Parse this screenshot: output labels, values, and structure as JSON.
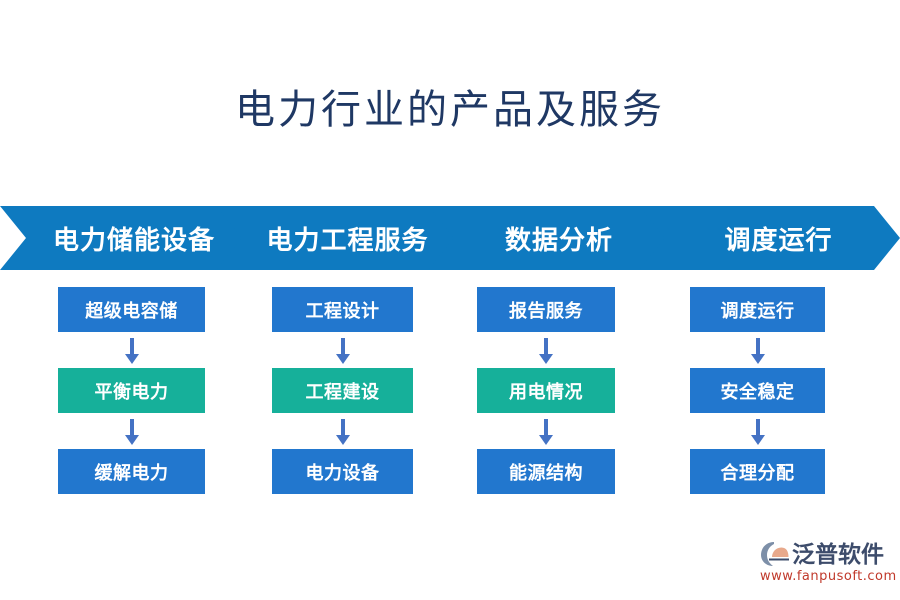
{
  "slide": {
    "title": "电力行业的产品及服务",
    "background_color": "#FFFFFF",
    "title_color": "#1F3864"
  },
  "colors": {
    "chevron_blue": "#0E7AC0",
    "box_blue": "#2277CE",
    "box_teal": "#16B09A",
    "arrow_blue": "#4472C4",
    "logo_text": "#3D4C6B",
    "logo_url": "#C0392B",
    "logo_mark_blue": "#7D8FA8",
    "logo_mark_orange": "#E8A98C"
  },
  "columns": [
    {
      "header": "电力储能设备",
      "nodes": [
        {
          "label": "超级电容储",
          "color": "blue"
        },
        {
          "label": "平衡电力",
          "color": "teal"
        },
        {
          "label": "缓解电力",
          "color": "blue"
        }
      ]
    },
    {
      "header": "电力工程服务",
      "nodes": [
        {
          "label": "工程设计",
          "color": "blue"
        },
        {
          "label": "工程建设",
          "color": "teal"
        },
        {
          "label": "电力设备",
          "color": "blue"
        }
      ]
    },
    {
      "header": "数据分析",
      "nodes": [
        {
          "label": "报告服务",
          "color": "blue"
        },
        {
          "label": "用电情况",
          "color": "teal"
        },
        {
          "label": "能源结构",
          "color": "blue"
        }
      ]
    },
    {
      "header": "调度运行",
      "nodes": [
        {
          "label": "调度运行",
          "color": "blue"
        },
        {
          "label": "安全稳定",
          "color": "blue"
        },
        {
          "label": "合理分配",
          "color": "blue"
        }
      ]
    }
  ],
  "logo": {
    "name": "泛普软件",
    "url": "www.fanpusoft.com"
  }
}
